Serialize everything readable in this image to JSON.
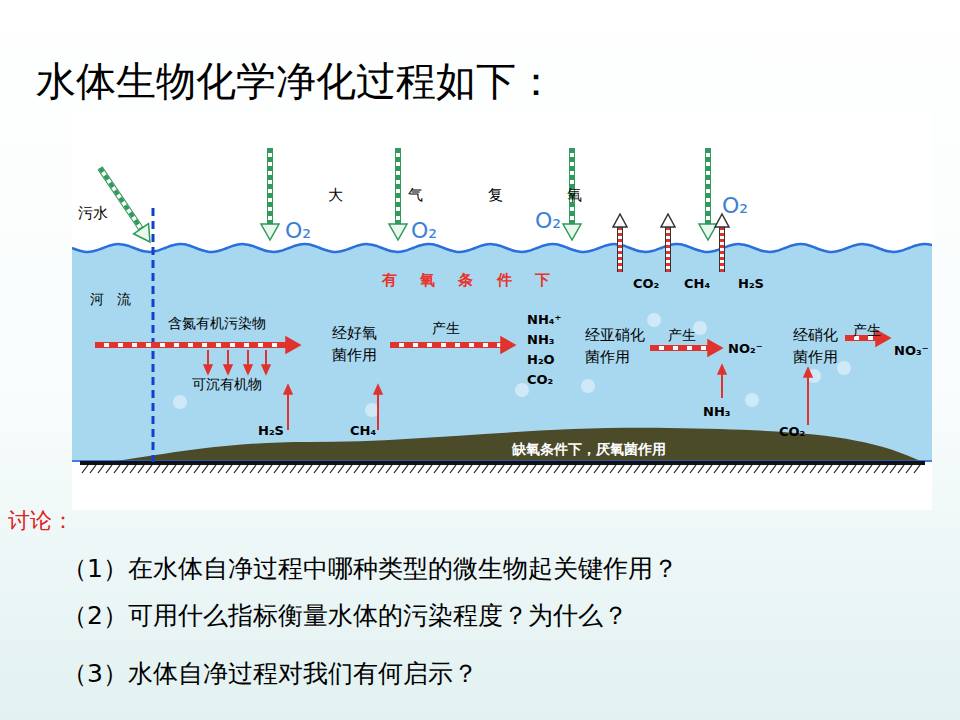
{
  "diagram": {
    "title": "水体生物化学净化过程如下：",
    "nodes": [
      {
        "text": [
          "有 氧 条 件 下",
          "河 流"
        ]
      },
      {
        "text": [
          "缺氧条件下，厌氧菌作用"
        ]
      }
    ],
    "labels": [
      "大 气 复 氧",
      "污水",
      "O₂",
      "O₂",
      "O₂",
      "O₂",
      "CO₂",
      "CH₄",
      "H₂S",
      "含氮有机污染物",
      "可沉有机物",
      "经好氧菌作用",
      "产生",
      "NH₄⁺ NH₃ H₂O CO₂",
      "经亚硝化菌作用",
      "产生",
      "NO₂⁻",
      "经硝化菌作用",
      "产生",
      "NO₃⁻",
      "H₂S",
      "CH₄",
      "NH₃",
      "CO₂",
      "讨论：",
      "（1）在水体自净过程中哪种类型的微生物起关键作用？",
      "（2）可用什么指标衡量水体的污染程度？为什么？",
      "（3）水体自净过程对我们有何启示？"
    ]
  }
}
